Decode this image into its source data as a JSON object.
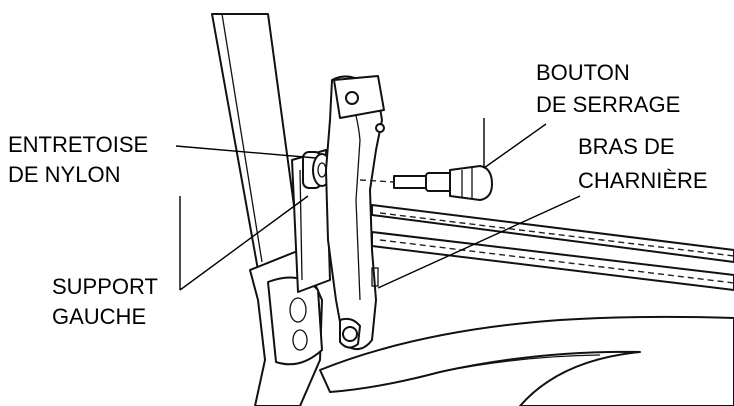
{
  "labels": {
    "knob": {
      "line1": "BOUTON",
      "line2": "DE SERRAGE"
    },
    "spacer": {
      "line1": "ENTRETOISE",
      "line2": "DE NYLON"
    },
    "hinge_arm": {
      "line1": "BRAS DE",
      "line2": "CHARNIÈRE"
    },
    "support": {
      "line1": "SUPPORT",
      "line2": "GAUCHE"
    }
  }
}
